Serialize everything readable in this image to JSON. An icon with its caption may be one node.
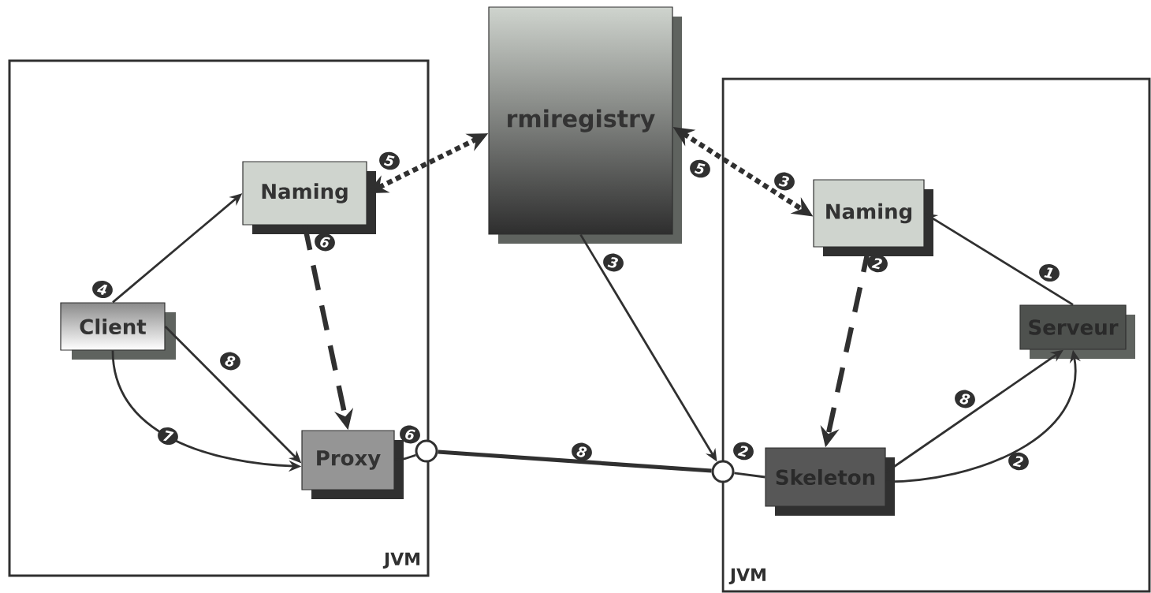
{
  "diagram": {
    "nodes": [
      {
        "text": [
          "JVM"
        ]
      },
      {
        "text": [
          "Naming"
        ],
        "in": 0
      },
      {
        "text": [
          "Client"
        ],
        "in": 0
      },
      {
        "text": [
          "Proxy"
        ],
        "in": 0
      },
      {
        "text": [
          "rmiregistry"
        ]
      },
      {
        "text": [
          "JVM"
        ]
      },
      {
        "text": [
          "Naming"
        ],
        "in": 5
      },
      {
        "text": [
          "Serveur"
        ],
        "in": 5
      },
      {
        "text": [
          "Skeleton"
        ],
        "in": 5
      },
      {
        "text": [],
        "shape": "circle"
      },
      {
        "text": [],
        "shape": "circle"
      }
    ],
    "edges": [
      {
        "from": 2,
        "to": 1,
        "arrow": "to",
        "label": "4"
      },
      {
        "from": 2,
        "to": 3,
        "arrow": "to",
        "label": "8"
      },
      {
        "from": 2,
        "to": 3,
        "arrow": "to",
        "label": "7"
      },
      {
        "from": 1,
        "to": 3,
        "arrow": "to",
        "label": "6",
        "style": "dashed"
      },
      {
        "from": 4,
        "to": 1,
        "arrow": "both",
        "label": "5",
        "style": "dashed"
      },
      {
        "from": 4,
        "to": 6,
        "arrow": "both",
        "label": "5",
        "style": "dashed"
      },
      {
        "from": 3,
        "to": 9,
        "arrow": "none",
        "label": "6"
      },
      {
        "from": 9,
        "to": 10,
        "arrow": "none",
        "label": "8",
        "style": "thick"
      },
      {
        "from": 4,
        "to": 10,
        "arrow": "to",
        "label": "3"
      },
      {
        "from": 10,
        "to": 8,
        "arrow": "none",
        "label": "2"
      },
      {
        "from": 6,
        "to": 8,
        "arrow": "to",
        "label": "2",
        "style": "dashed"
      },
      {
        "from": 7,
        "to": 6,
        "arrow": "to",
        "label": "1"
      },
      {
        "from": 8,
        "to": 7,
        "arrow": "to",
        "label": "8"
      },
      {
        "from": 8,
        "to": 7,
        "arrow": "to",
        "label": "2"
      }
    ],
    "labels": [
      "3"
    ]
  }
}
